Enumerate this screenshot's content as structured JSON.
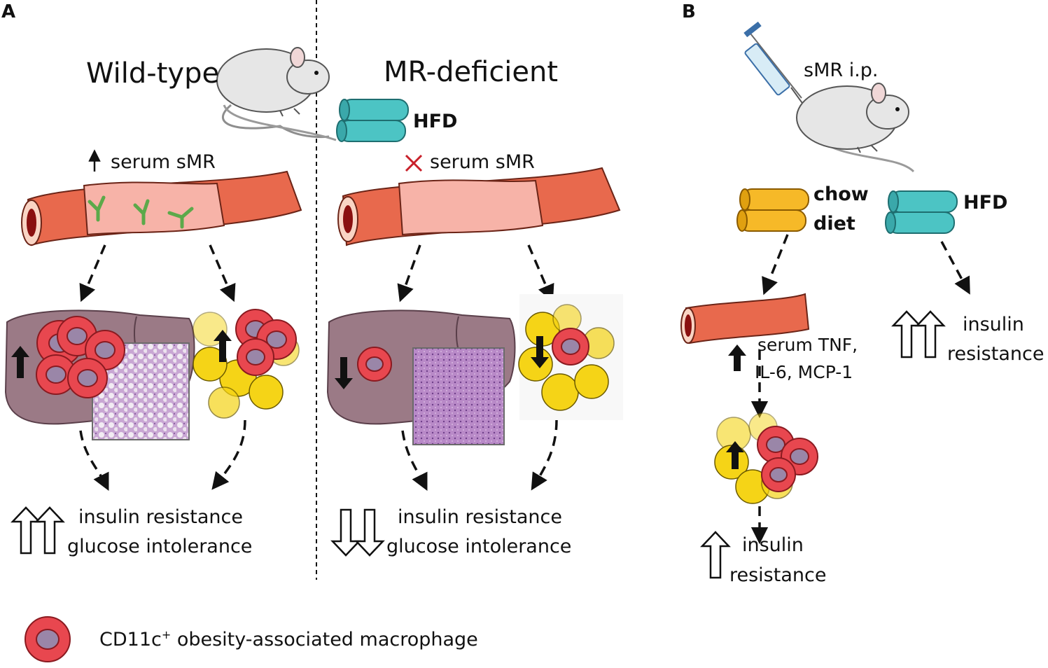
{
  "panels": {
    "a_label": "A",
    "b_label": "B"
  },
  "panel_a": {
    "wild_type": {
      "title": "Wild-type",
      "serum_label": "serum sMR",
      "result_line1": "insulin resistance",
      "result_line2": "glucose intolerance"
    },
    "mr_deficient": {
      "title": "MR-deficient",
      "serum_label": "serum sMR",
      "result_line1": "insulin resistance",
      "result_line2": "glucose intolerance"
    },
    "diet_label": "HFD"
  },
  "panel_b": {
    "injection_label": "sMR i.p.",
    "chow_line1": "chow",
    "chow_line2": "diet",
    "hfd_label": "HFD",
    "cytokines_line1": "serum TNF,",
    "cytokines_line2": "IL-6, MCP-1",
    "chow_result_line1": "insulin",
    "chow_result_line2": "resistance",
    "hfd_result_line1": "insulin",
    "hfd_result_line2": "resistance"
  },
  "legend": {
    "label_main": "CD11c",
    "label_sup": "+",
    "label_rest": " obesity-associated macrophage"
  },
  "colors": {
    "vessel_outer": "#e8694d",
    "vessel_lumen": "#f7b3a8",
    "liver": "#9b7a86",
    "fat_yellow": "#f5d417",
    "macrophage": "#e8474f",
    "macrophage_nucleus": "#9a86a8",
    "hfd_pellet": "#4cc4c4",
    "chow_pellet": "#f6b928"
  }
}
